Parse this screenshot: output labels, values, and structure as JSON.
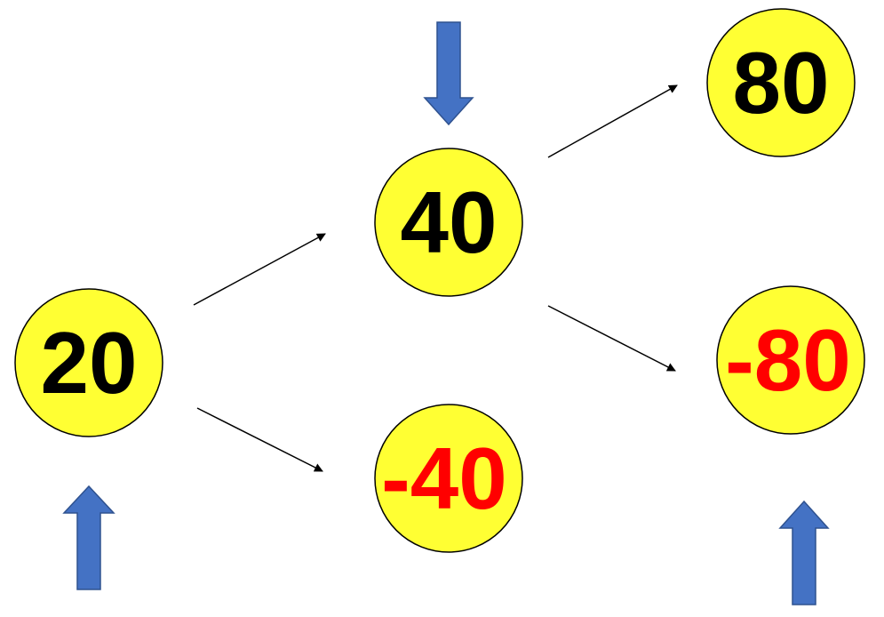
{
  "colors": {
    "node_fill": "#ffff33",
    "node_stroke": "#000000",
    "positive_text": "#000000",
    "negative_text": "#ff0000",
    "block_arrow": "#4472c4",
    "block_arrow_stroke": "#2f528f",
    "connector": "#000000"
  },
  "nodes": [
    {
      "id": "n20",
      "label": "20",
      "sign": "positive"
    },
    {
      "id": "n40",
      "label": "40",
      "sign": "positive"
    },
    {
      "id": "nm40",
      "label": "-40",
      "sign": "negative"
    },
    {
      "id": "n80",
      "label": "80",
      "sign": "positive"
    },
    {
      "id": "nm80",
      "label": "-80",
      "sign": "negative"
    }
  ],
  "connections": [
    {
      "from": "n20",
      "to": "n40"
    },
    {
      "from": "n20",
      "to": "nm40"
    },
    {
      "from": "n40",
      "to": "n80"
    },
    {
      "from": "n40",
      "to": "nm80"
    }
  ],
  "markers": [
    {
      "target": "n20",
      "direction": "up"
    },
    {
      "target": "n40",
      "direction": "down"
    },
    {
      "target": "nm80",
      "direction": "up"
    }
  ]
}
